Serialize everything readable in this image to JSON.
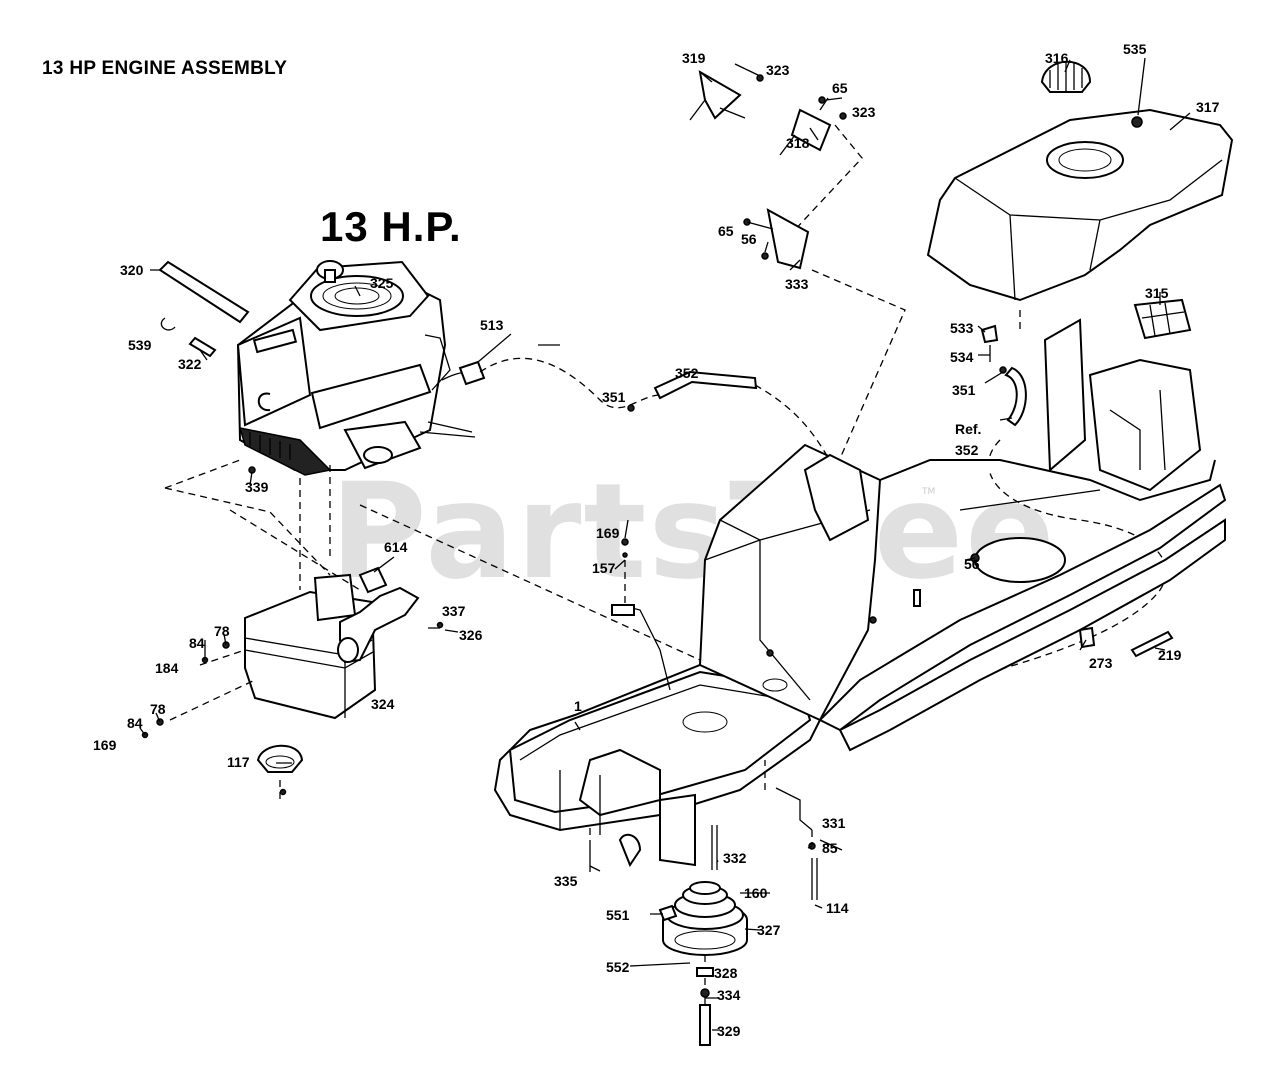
{
  "diagram": {
    "title": "13 HP ENGINE ASSEMBLY",
    "engine_label": "13 H.P.",
    "watermark": "PartsTree",
    "trademark": "TM"
  },
  "callouts": [
    {
      "id": "c-1",
      "text": "1"
    },
    {
      "id": "c-56a",
      "text": "56"
    },
    {
      "id": "c-56b",
      "text": "56"
    },
    {
      "id": "c-65a",
      "text": "65"
    },
    {
      "id": "c-65b",
      "text": "65"
    },
    {
      "id": "c-78a",
      "text": "78"
    },
    {
      "id": "c-78b",
      "text": "78"
    },
    {
      "id": "c-84a",
      "text": "84"
    },
    {
      "id": "c-84b",
      "text": "84"
    },
    {
      "id": "c-85",
      "text": "85"
    },
    {
      "id": "c-114",
      "text": "114"
    },
    {
      "id": "c-117",
      "text": "117"
    },
    {
      "id": "c-157",
      "text": "157"
    },
    {
      "id": "c-160",
      "text": "160"
    },
    {
      "id": "c-169a",
      "text": "169"
    },
    {
      "id": "c-169b",
      "text": "169"
    },
    {
      "id": "c-184",
      "text": "184"
    },
    {
      "id": "c-219",
      "text": "219"
    },
    {
      "id": "c-273",
      "text": "273"
    },
    {
      "id": "c-315",
      "text": "315"
    },
    {
      "id": "c-316",
      "text": "316"
    },
    {
      "id": "c-317",
      "text": "317"
    },
    {
      "id": "c-318",
      "text": "318"
    },
    {
      "id": "c-319",
      "text": "319"
    },
    {
      "id": "c-320",
      "text": "320"
    },
    {
      "id": "c-322",
      "text": "322"
    },
    {
      "id": "c-323a",
      "text": "323"
    },
    {
      "id": "c-323b",
      "text": "323"
    },
    {
      "id": "c-324",
      "text": "324"
    },
    {
      "id": "c-325",
      "text": "325"
    },
    {
      "id": "c-326",
      "text": "326"
    },
    {
      "id": "c-327",
      "text": "327"
    },
    {
      "id": "c-328",
      "text": "328"
    },
    {
      "id": "c-329",
      "text": "329"
    },
    {
      "id": "c-331",
      "text": "331"
    },
    {
      "id": "c-332",
      "text": "332"
    },
    {
      "id": "c-333",
      "text": "333"
    },
    {
      "id": "c-334",
      "text": "334"
    },
    {
      "id": "c-335",
      "text": "335"
    },
    {
      "id": "c-337",
      "text": "337"
    },
    {
      "id": "c-339",
      "text": "339"
    },
    {
      "id": "c-351a",
      "text": "351"
    },
    {
      "id": "c-351b",
      "text": "351"
    },
    {
      "id": "c-352",
      "text": "352"
    },
    {
      "id": "c-ref352a",
      "text": "Ref."
    },
    {
      "id": "c-ref352b",
      "text": "352"
    },
    {
      "id": "c-513",
      "text": "513"
    },
    {
      "id": "c-533",
      "text": "533"
    },
    {
      "id": "c-534",
      "text": "534"
    },
    {
      "id": "c-535",
      "text": "535"
    },
    {
      "id": "c-539",
      "text": "539"
    },
    {
      "id": "c-551",
      "text": "551"
    },
    {
      "id": "c-552",
      "text": "552"
    },
    {
      "id": "c-614",
      "text": "614"
    }
  ]
}
